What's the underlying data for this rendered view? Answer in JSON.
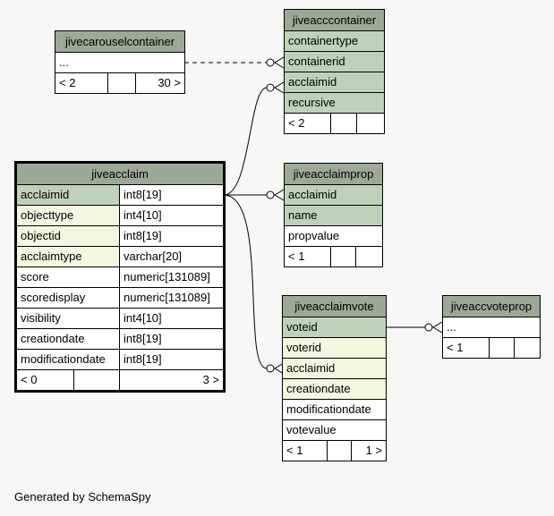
{
  "generated_by": "Generated by SchemaSpy",
  "tables": {
    "jivecarouselcontainer": {
      "name": "jivecarouselcontainer",
      "rows": [
        "..."
      ],
      "footer": {
        "left": "< 2",
        "right": "30 >"
      }
    },
    "jiveacccontainer": {
      "name": "jiveacccontainer",
      "rows": [
        "containertype",
        "containerid",
        "acclaimid",
        "recursive"
      ],
      "footer": {
        "left": "< 2",
        "right": ""
      }
    },
    "jiveacclaim": {
      "name": "jiveacclaim",
      "rows": [
        {
          "col": "acclaimid",
          "type": "int8[19]"
        },
        {
          "col": "objecttype",
          "type": "int4[10]"
        },
        {
          "col": "objectid",
          "type": "int8[19]"
        },
        {
          "col": "acclaimtype",
          "type": "varchar[20]"
        },
        {
          "col": "score",
          "type": "numeric[131089]"
        },
        {
          "col": "scoredisplay",
          "type": "numeric[131089]"
        },
        {
          "col": "visibility",
          "type": "int4[10]"
        },
        {
          "col": "creationdate",
          "type": "int8[19]"
        },
        {
          "col": "modificationdate",
          "type": "int8[19]"
        }
      ],
      "footer": {
        "left": "< 0",
        "right": "3 >"
      }
    },
    "jiveacclaimprop": {
      "name": "jiveacclaimprop",
      "rows": [
        "acclaimid",
        "name",
        "propvalue"
      ],
      "footer": {
        "left": "< 1",
        "right": ""
      }
    },
    "jiveacclaimvote": {
      "name": "jiveacclaimvote",
      "rows": [
        "voteid",
        "voterid",
        "acclaimid",
        "creationdate",
        "modificationdate",
        "votevalue"
      ],
      "footer": {
        "left": "< 1",
        "right": "1 >"
      }
    },
    "jiveaccvoteprop": {
      "name": "jiveaccvoteprop",
      "rows": [
        "..."
      ],
      "footer": {
        "left": "< 1",
        "right": ""
      }
    }
  },
  "colors": {
    "header": "#9ca996",
    "primary_key": "#bfd1bb",
    "foreign_key": "#f4f7e0",
    "background": "#f7f7f7"
  }
}
